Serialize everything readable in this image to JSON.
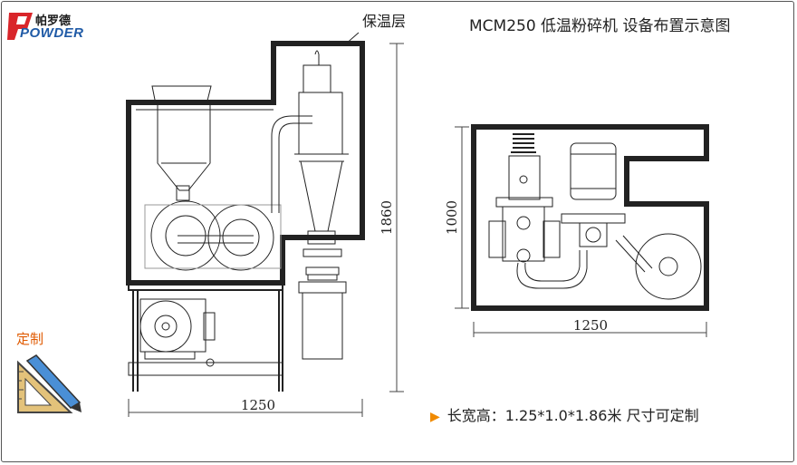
{
  "brand": {
    "name_cn": "帕罗德",
    "name_en": "POWDER",
    "colors": {
      "red": "#d9252a",
      "blue": "#1f5aa6"
    }
  },
  "title": "MCM250 低温粉碎机 设备布置示意图",
  "callout_label": "保温层",
  "dimensions": {
    "left_width": "1250",
    "left_height": "1860",
    "right_width": "1250",
    "right_height": "1000"
  },
  "custom_label": "定制",
  "spec": {
    "icon": "orange-triangle-bullet",
    "text": "长宽高：1.25*1.0*1.86米 尺寸可定制"
  },
  "icons": [
    "logo-icon",
    "ruler-pencil-icon"
  ]
}
